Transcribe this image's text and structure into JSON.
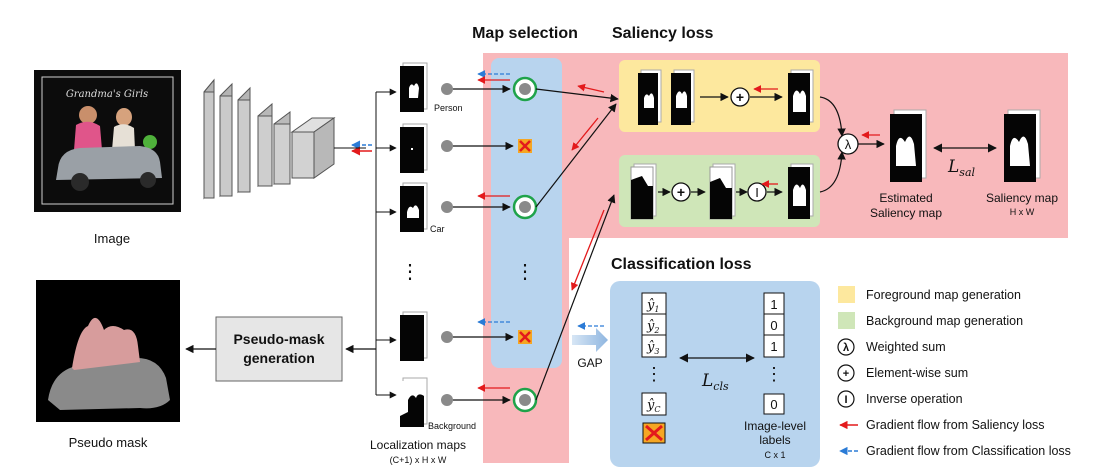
{
  "input_image": {
    "banner_text": "Grandma's Girls",
    "caption": "Image"
  },
  "pseudo_mask": {
    "caption": "Pseudo mask",
    "generation_label_line1": "Pseudo-mask",
    "generation_label_line2": "generation"
  },
  "localization": {
    "caption": "Localization maps",
    "dims": "(C+1) x H x W",
    "map_labels": [
      "Person",
      "Car",
      "Background"
    ],
    "ellipsis": "⋮"
  },
  "map_selection": {
    "title": "Map selection",
    "ellipsis": "⋮"
  },
  "saliency": {
    "title": "Saliency loss",
    "lambda_symbol": "λ",
    "plus_symbol": "+",
    "inverse_symbol": "I",
    "loss_main": "L",
    "loss_sub": "sal",
    "estimated_line1": "Estimated",
    "estimated_line2": "Saliency map",
    "saliency_line1": "Saliency map",
    "saliency_line2": "H x W"
  },
  "classification": {
    "title": "Classification loss",
    "gap_label": "GAP",
    "y_hats": [
      {
        "main": "ŷ",
        "sub": "1"
      },
      {
        "main": "ŷ",
        "sub": "2"
      },
      {
        "main": "ŷ",
        "sub": "3"
      },
      {
        "main": "ŷ",
        "sub": "C"
      }
    ],
    "labels": [
      "1",
      "0",
      "1",
      "0"
    ],
    "ellipsis": "⋮",
    "loss_main": "L",
    "loss_sub": "cls",
    "image_level_line1": "Image-level",
    "image_level_line2": "labels",
    "image_level_dims": "C x 1"
  },
  "legend": [
    {
      "kind": "swatch",
      "color": "#fde89e",
      "text": "Foreground map generation"
    },
    {
      "kind": "swatch",
      "color": "#cfe6b8",
      "text": "Background map generation"
    },
    {
      "kind": "symbol",
      "symbol": "λ",
      "text": "Weighted sum"
    },
    {
      "kind": "symbol",
      "symbol": "+",
      "text": "Element-wise sum"
    },
    {
      "kind": "symbol",
      "symbol": "I",
      "text": "Inverse operation"
    },
    {
      "kind": "arrow",
      "color": "#e31a1c",
      "dash": false,
      "text": "Gradient flow from Saliency loss"
    },
    {
      "kind": "arrow",
      "color": "#2b7bd6",
      "dash": true,
      "text": "Gradient flow from Classification loss"
    }
  ],
  "colors": {
    "saliency_bg": "#f8b8bb",
    "map_selection_bg": "#f8b8bb",
    "blue_panel": "#b8d4ee",
    "foreground": "#fde89e",
    "background_gen": "#cfe6b8",
    "red_arrow": "#e31a1c",
    "blue_arrow": "#2b7bd6",
    "green_ring": "#1fa34a"
  }
}
